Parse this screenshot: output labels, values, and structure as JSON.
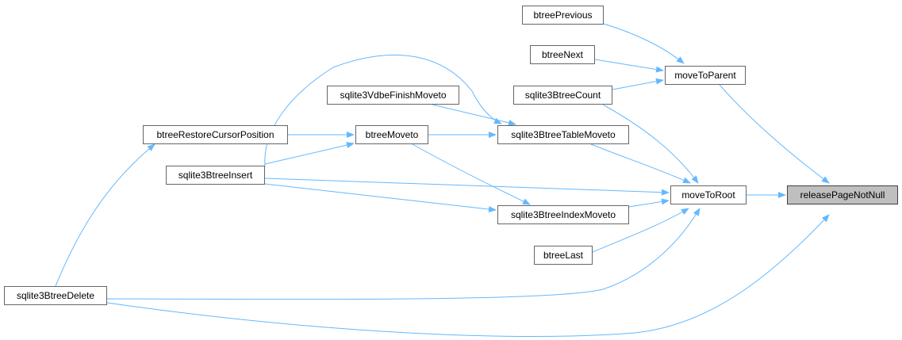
{
  "colors": {
    "edge": "#63b8ff",
    "node_border": "#666666",
    "highlight_fill": "#bfbfbf"
  },
  "nodes": {
    "btreePrevious": "btreePrevious",
    "btreeNext": "btreeNext",
    "moveToParent": "moveToParent",
    "sqlite3VdbeFinishMoveto": "sqlite3VdbeFinishMoveto",
    "sqlite3BtreeCount": "sqlite3BtreeCount",
    "btreeRestoreCursorPosition": "btreeRestoreCursorPosition",
    "btreeMoveto": "btreeMoveto",
    "sqlite3BtreeTableMoveto": "sqlite3BtreeTableMoveto",
    "sqlite3BtreeInsert": "sqlite3BtreeInsert",
    "moveToRoot": "moveToRoot",
    "releasePageNotNull": "releasePageNotNull",
    "sqlite3BtreeIndexMoveto": "sqlite3BtreeIndexMoveto",
    "btreeLast": "btreeLast",
    "sqlite3BtreeDelete": "sqlite3BtreeDelete"
  },
  "edges": [
    {
      "from": "btreePrevious",
      "to": "moveToParent"
    },
    {
      "from": "btreeNext",
      "to": "moveToParent"
    },
    {
      "from": "sqlite3BtreeCount",
      "to": "moveToParent"
    },
    {
      "from": "moveToParent",
      "to": "releasePageNotNull"
    },
    {
      "from": "sqlite3BtreeCount",
      "to": "moveToRoot"
    },
    {
      "from": "sqlite3BtreeTableMoveto",
      "to": "moveToRoot"
    },
    {
      "from": "sqlite3BtreeInsert",
      "to": "moveToRoot"
    },
    {
      "from": "sqlite3BtreeIndexMoveto",
      "to": "moveToRoot"
    },
    {
      "from": "btreeLast",
      "to": "moveToRoot"
    },
    {
      "from": "sqlite3BtreeDelete",
      "to": "moveToRoot"
    },
    {
      "from": "moveToRoot",
      "to": "releasePageNotNull"
    },
    {
      "from": "sqlite3BtreeDelete",
      "to": "releasePageNotNull"
    },
    {
      "from": "sqlite3VdbeFinishMoveto",
      "to": "sqlite3BtreeTableMoveto"
    },
    {
      "from": "btreeMoveto",
      "to": "sqlite3BtreeTableMoveto"
    },
    {
      "from": "sqlite3BtreeInsert",
      "to": "sqlite3BtreeTableMoveto"
    },
    {
      "from": "btreeMoveto",
      "to": "sqlite3BtreeIndexMoveto"
    },
    {
      "from": "sqlite3BtreeInsert",
      "to": "sqlite3BtreeIndexMoveto"
    },
    {
      "from": "btreeRestoreCursorPosition",
      "to": "btreeMoveto"
    },
    {
      "from": "sqlite3BtreeInsert",
      "to": "btreeMoveto"
    },
    {
      "from": "sqlite3BtreeDelete",
      "to": "btreeRestoreCursorPosition"
    }
  ]
}
